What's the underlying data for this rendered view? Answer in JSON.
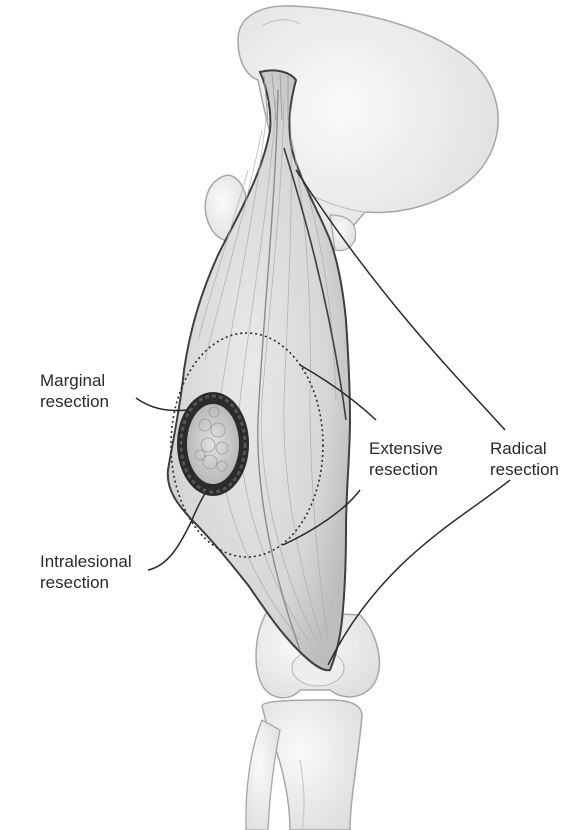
{
  "labels": {
    "marginal": {
      "line1": "Marginal",
      "line2": "resection"
    },
    "intralesional": {
      "line1": "Intralesional",
      "line2": "resection"
    },
    "extensive": {
      "line1": "Extensive",
      "line2": "resection"
    },
    "radical": {
      "line1": "Radical",
      "line2": "resection"
    }
  },
  "colors": {
    "bone_fill": "#f1f1f1",
    "bone_stroke": "#9a9a9a",
    "muscle_fill": "#dcdcdc",
    "muscle_stroke": "#444444",
    "tumor_ring": "#2b2b2b",
    "tumor_core": "#c9c9c9",
    "leader_line": "#2a2a2a",
    "text": "#2a2a2a"
  }
}
